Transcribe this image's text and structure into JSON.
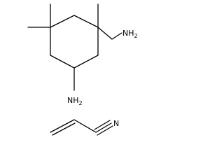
{
  "molecules": [
    {
      "name_hint": "ring-with-amines",
      "labels": {
        "amine_top": {
          "main": "NH",
          "sub": "2"
        },
        "amine_bottom": {
          "main": "NH",
          "sub": "2"
        }
      }
    },
    {
      "name_hint": "acrylonitrile",
      "labels": {
        "nitrile_n": {
          "main": "N"
        }
      }
    }
  ],
  "colors": {
    "bond": "#000000",
    "background": "#ffffff"
  }
}
